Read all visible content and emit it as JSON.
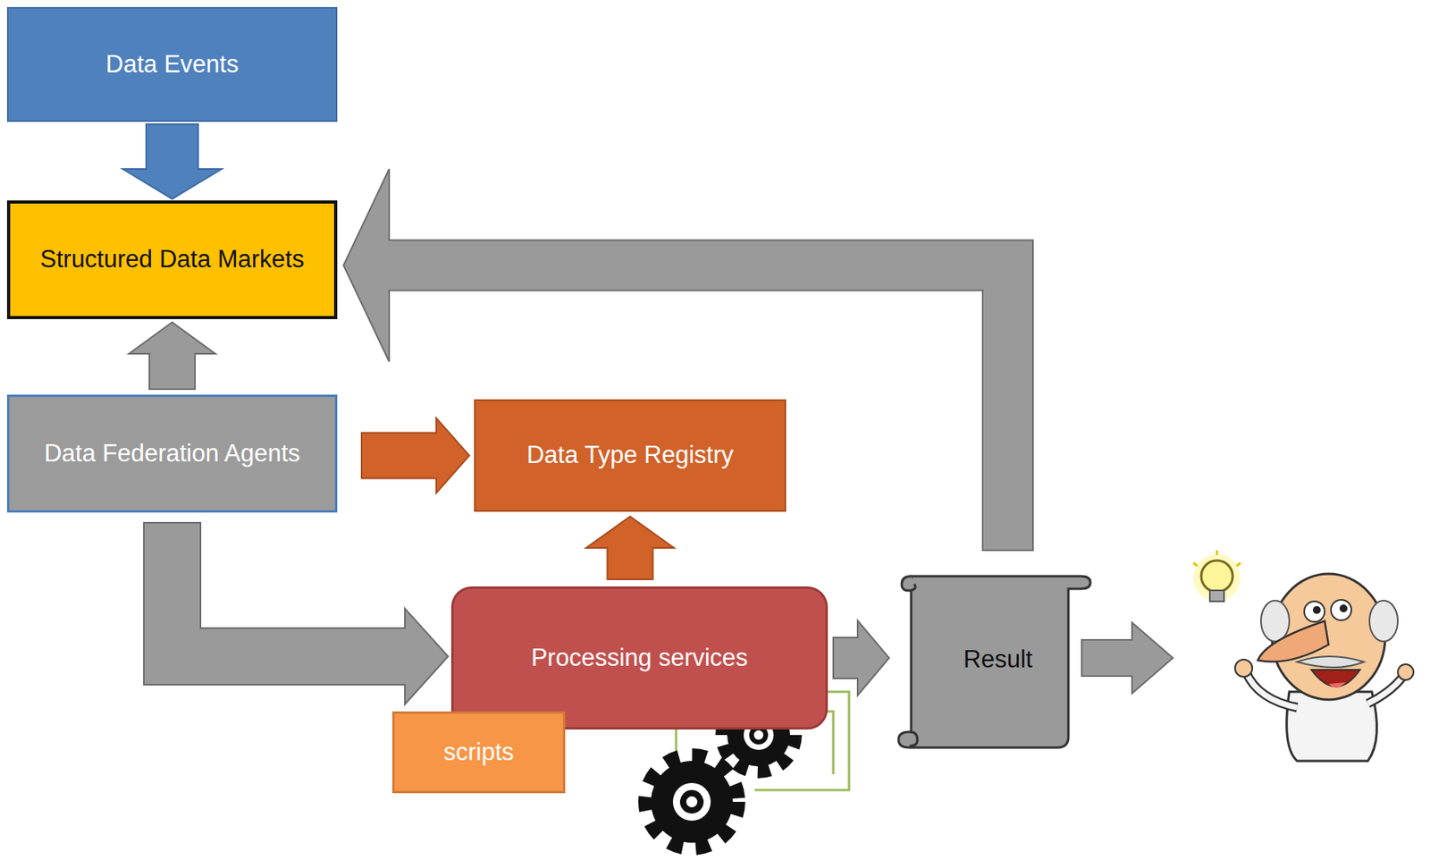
{
  "diagram": {
    "nodes": [
      {
        "text": [
          "Data Events"
        ]
      },
      {
        "text": [
          "Structured Data Markets"
        ]
      },
      {
        "text": [
          "Data Federation Agents"
        ]
      },
      {
        "text": [
          "Data Type Registry"
        ]
      },
      {
        "text": [
          "Processing services"
        ]
      },
      {
        "text": [
          "scripts"
        ]
      },
      {
        "text": [
          "Result"
        ]
      }
    ],
    "edges": [
      {
        "from": 0,
        "to": 1,
        "arrow": "to"
      },
      {
        "from": 2,
        "to": 1,
        "arrow": "to"
      },
      {
        "from": 2,
        "to": 3,
        "arrow": "to"
      },
      {
        "from": 4,
        "to": 3,
        "arrow": "to"
      },
      {
        "from": 2,
        "to": 4,
        "arrow": "to"
      },
      {
        "from": 4,
        "to": 6,
        "arrow": "to"
      },
      {
        "from": 6,
        "to": 1,
        "arrow": "to"
      }
    ]
  }
}
